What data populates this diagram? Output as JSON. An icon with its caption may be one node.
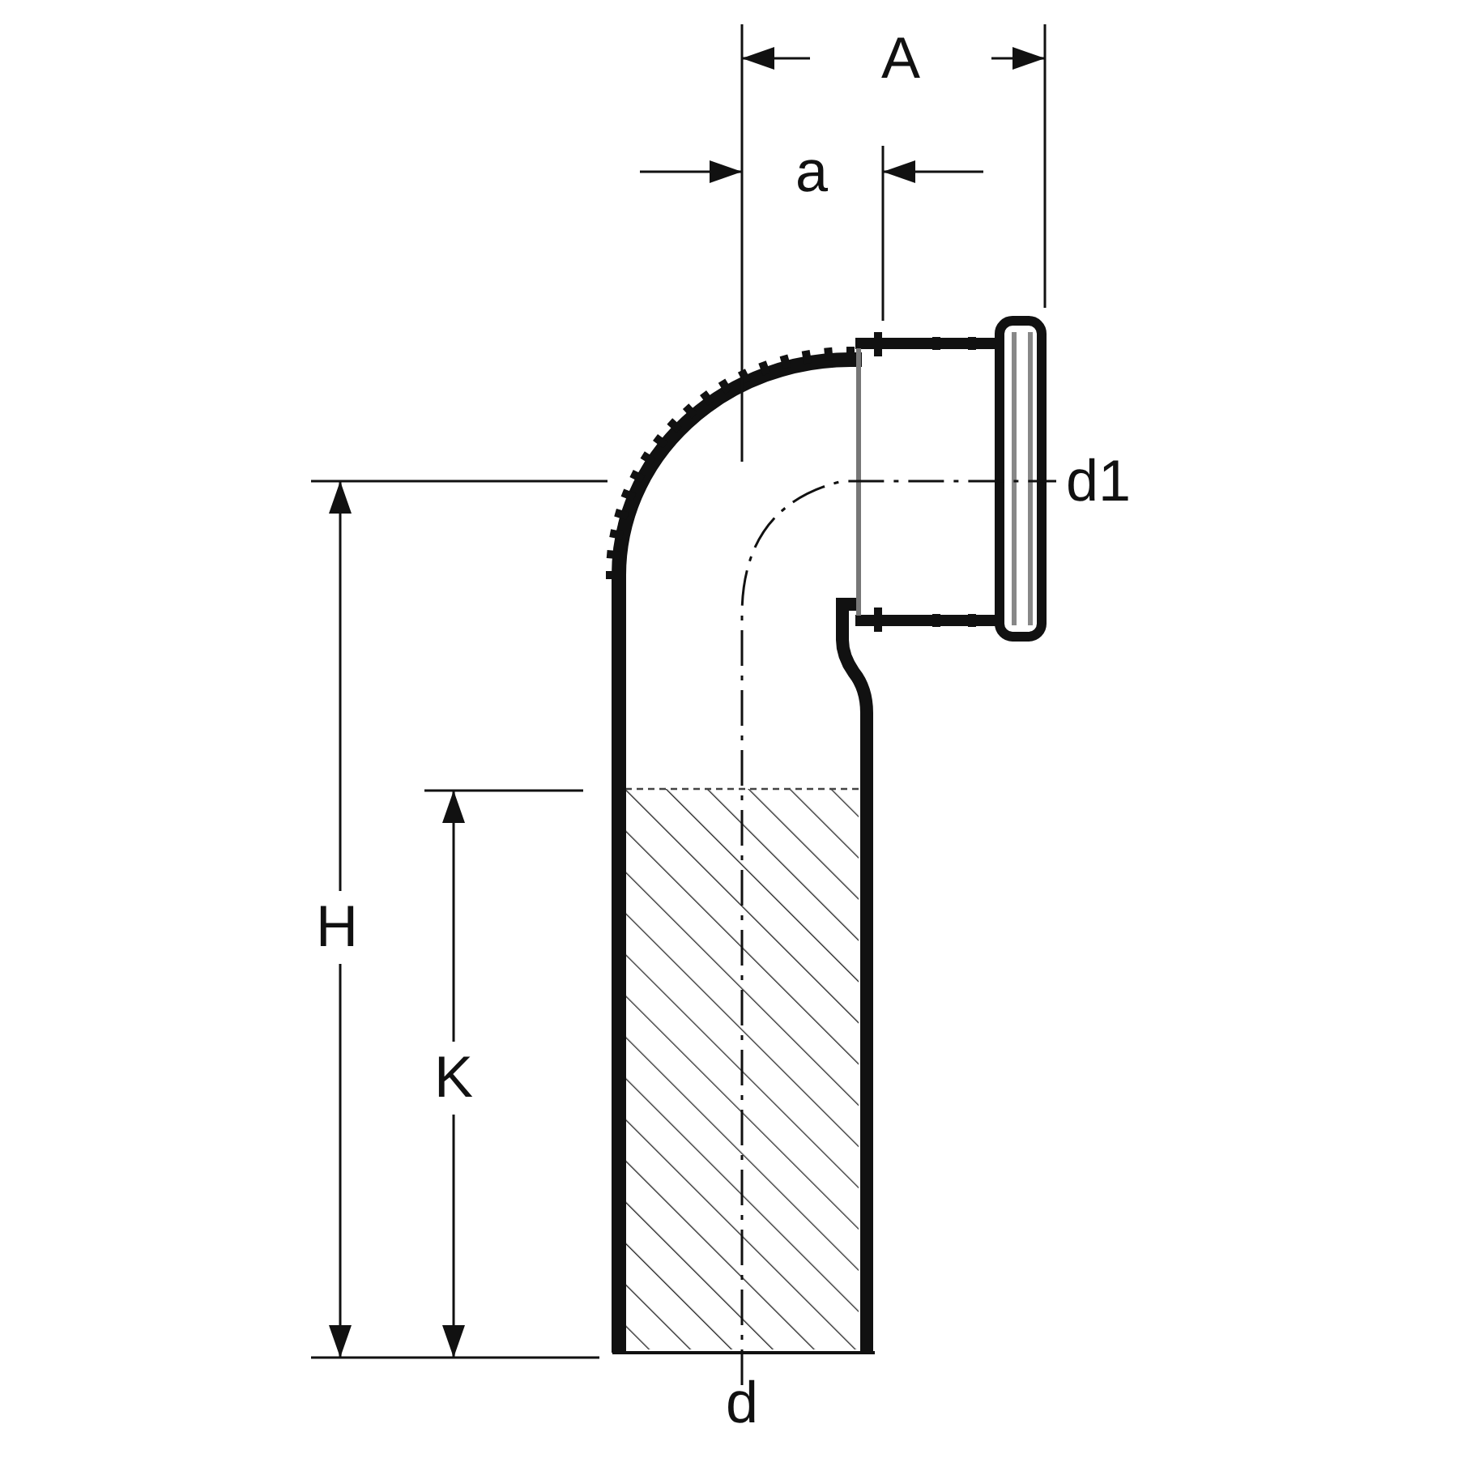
{
  "diagram": {
    "labels": [
      "A",
      "a",
      "d1",
      "H",
      "K",
      "d"
    ]
  }
}
